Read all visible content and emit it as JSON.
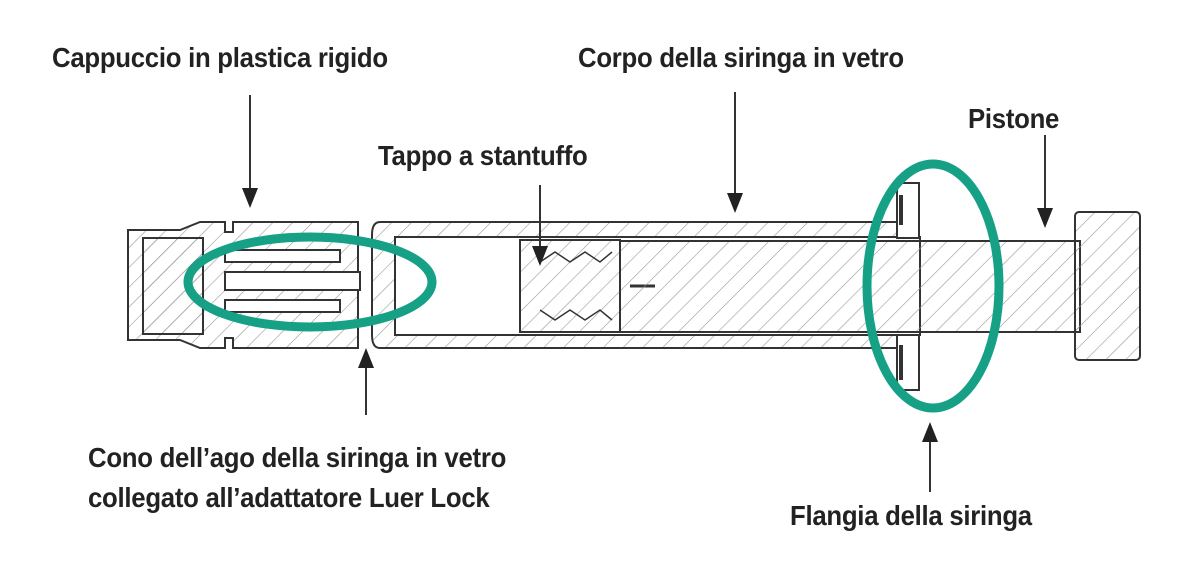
{
  "labels": {
    "cap": "Cappuccio in plastica rigido",
    "body": "Corpo della siringa in vetro",
    "plunger_rod": "Pistone",
    "stopper": "Tappo a stantuffo",
    "needle_cone_line1": "Cono dell’ago della siringa in vetro",
    "needle_cone_line2": "collegato all’adattatore Luer Lock",
    "flange": "Flangia della siringa"
  },
  "colors": {
    "highlight": "#16a085",
    "line": "#333333"
  }
}
